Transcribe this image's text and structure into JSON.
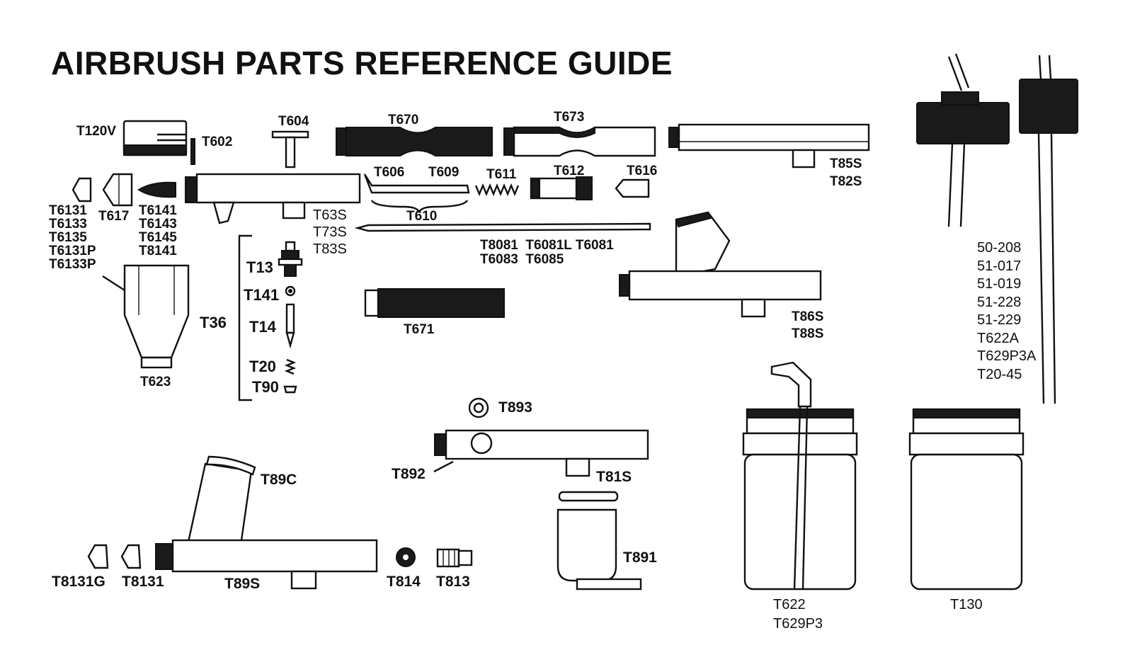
{
  "title": "AIRBRUSH PARTS REFERENCE GUIDE",
  "labels": {
    "t120v": "T120V",
    "t602": "T602",
    "t604": "T604",
    "t670": "T670",
    "t673": "T673",
    "t85s": "T85S",
    "t82s": "T82S",
    "t6131_group": [
      "T6131",
      "T6133",
      "T6135",
      "T6131P",
      "T6133P"
    ],
    "t617": "T617",
    "t6141_group": [
      "T6141",
      "T6143",
      "T6145",
      "T8141"
    ],
    "t63s_group": [
      "T63S",
      "T73S",
      "T83S"
    ],
    "t606": "T606",
    "t609": "T609",
    "t610": "T610",
    "t611": "T611",
    "t612": "T612",
    "t616": "T616",
    "needles_row1": "T8081  T6081L T6081",
    "needles_row2": "T6083  T6085",
    "t13": "T13",
    "t141": "T141",
    "t36": "T36",
    "t14": "T14",
    "t20": "T20",
    "t90": "T90",
    "t623": "T623",
    "t671": "T671",
    "t86s": "T86S",
    "t88s": "T88S",
    "hoses": [
      "50-208",
      "51-017",
      "51-019",
      "51-228",
      "51-229",
      "T622A",
      "T629P3A",
      "T20-45"
    ],
    "t893": "T893",
    "t892": "T892",
    "t81s": "T81S",
    "t891": "T891",
    "t89c": "T89C",
    "t8131g": "T8131G",
    "t8131": "T8131",
    "t89s": "T89S",
    "t814": "T814",
    "t813": "T813",
    "t622": "T622",
    "t629p3": "T629P3",
    "t130": "T130"
  }
}
